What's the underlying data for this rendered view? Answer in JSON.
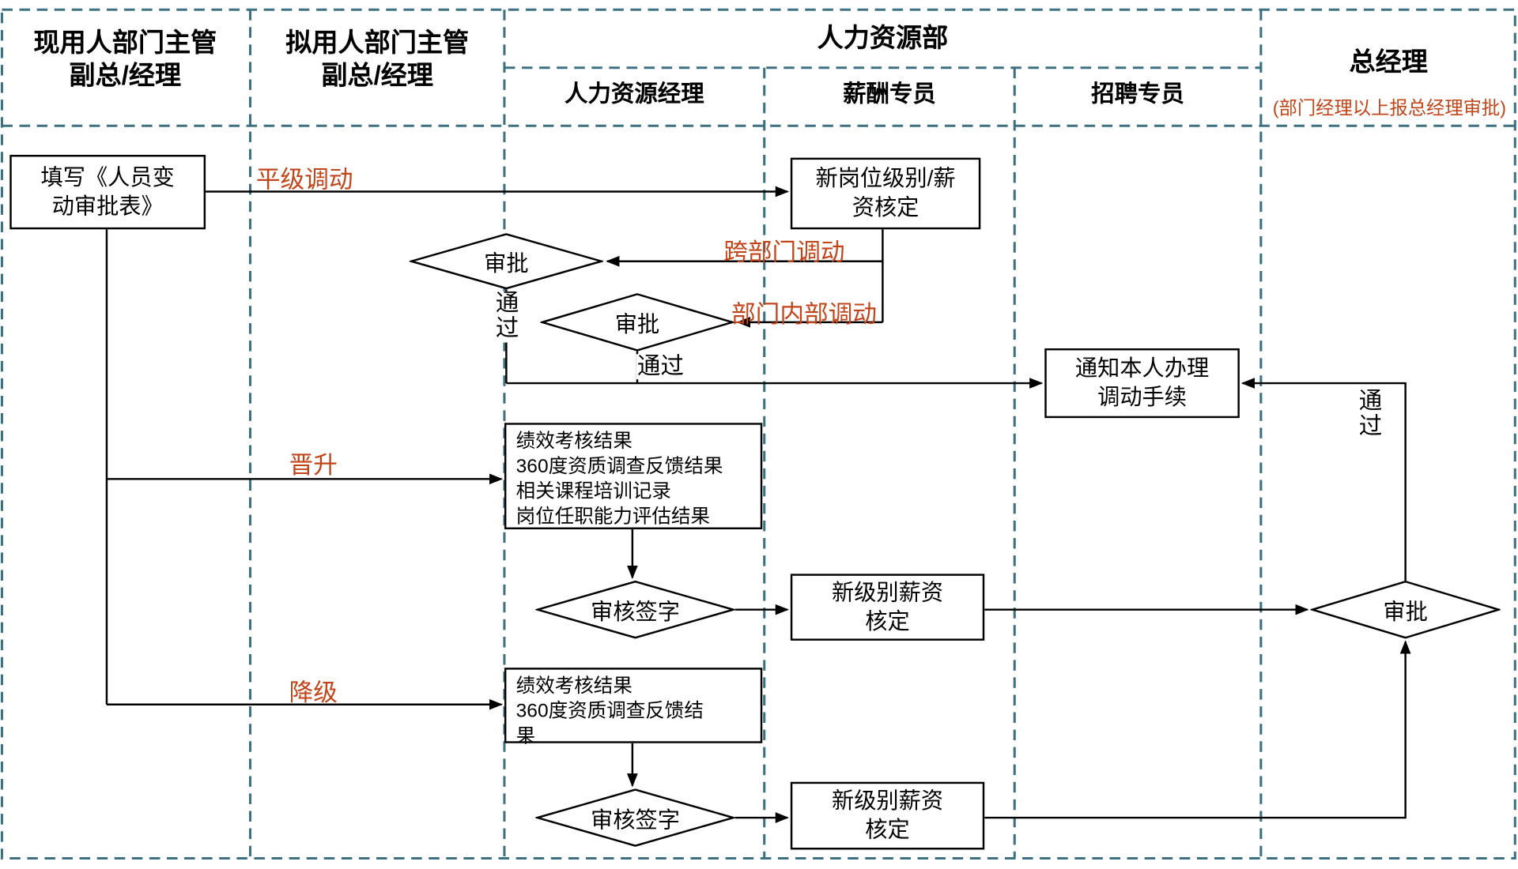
{
  "colors": {
    "lane_border": "#3d7080",
    "node_border": "#000000",
    "condition_text": "#c2451a",
    "background": "#ffffff"
  },
  "lanes": {
    "current_dept_header": "现用人部门主管\n副总/经理",
    "proposed_dept_header": "拟用人部门主管\n副总/经理",
    "hr_dept_header": "人力资源部",
    "hr_manager_header": "人力资源经理",
    "compensation_header": "薪酬专员",
    "recruiting_header": "招聘专员",
    "gm_header": "总经理",
    "gm_note": "(部门经理以上报总经理审批)"
  },
  "nodes": {
    "fill_form": "填写《人员变\n动审批表》",
    "new_position_salary": "新岗位级别/薪\n资核定",
    "approve_cross": "审批",
    "approve_internal": "审批",
    "notify_transfer": "通知本人办理\n调动手续",
    "promotion_evidence": "绩效考核结果\n360度资质调查反馈结果\n相关课程培训记录\n岗位任职能力评估结果",
    "review_sign_promotion": "审核签字",
    "new_level_salary_promotion": "新级别薪资\n核定",
    "demotion_evidence": "绩效考核结果\n360度资质调查反馈结\n果",
    "review_sign_demotion": "审核签字",
    "new_level_salary_demotion": "新级别薪资\n核定",
    "gm_approve": "审批"
  },
  "labels": {
    "lateral_transfer": "平级调动",
    "cross_dept_transfer": "跨部门调动",
    "internal_transfer": "部门内部调动",
    "promotion": "晋升",
    "demotion": "降级",
    "pass_vertical_1": "通\n过",
    "pass_2": "通过",
    "pass_gm": "通\n过"
  }
}
